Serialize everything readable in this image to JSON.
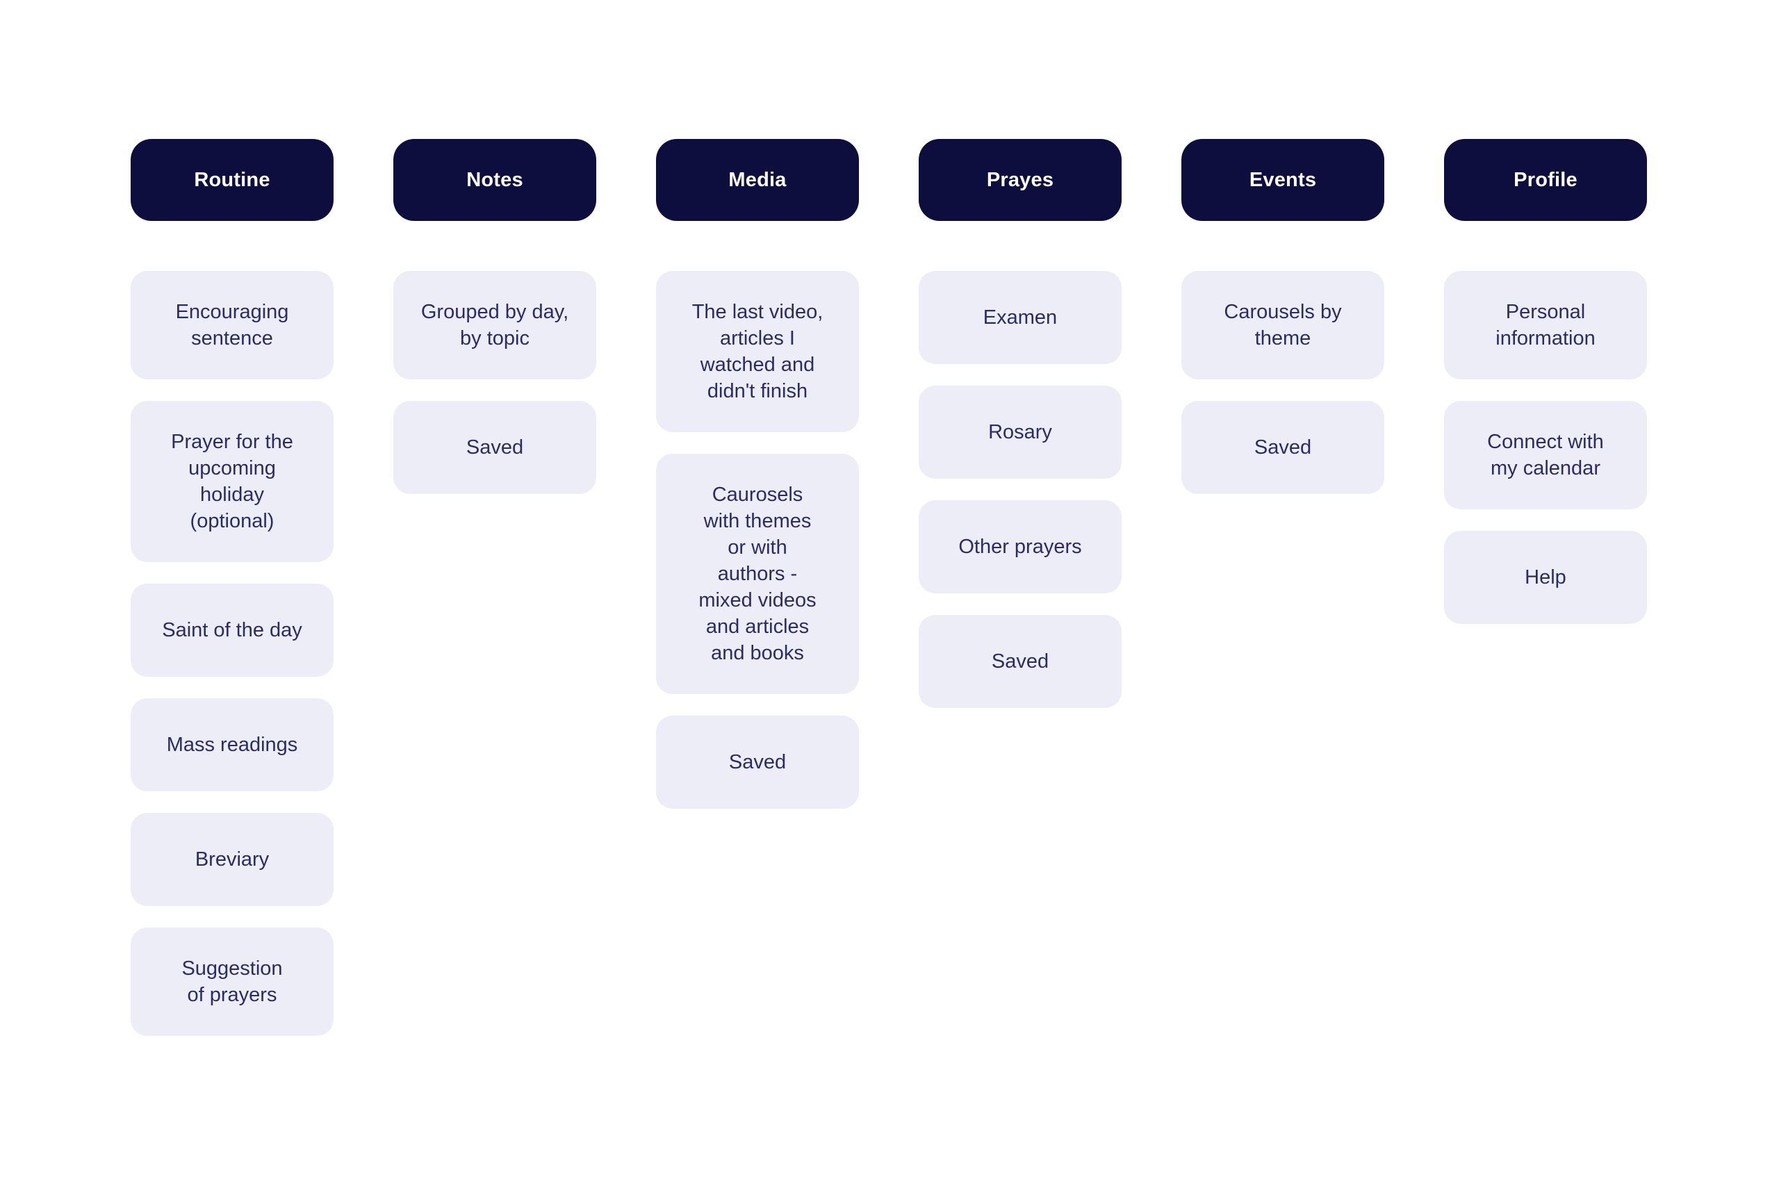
{
  "colors": {
    "header_bg": "#0D0D3E",
    "header_text": "#FFFFFF",
    "card_bg": "#EDEDF8",
    "card_text": "#2B2B66"
  },
  "columns": [
    {
      "title": "Routine",
      "items": [
        "Encouraging\nsentence",
        "Prayer for the\nupcoming\nholiday\n(optional)",
        "Saint of the day",
        "Mass readings",
        "Breviary",
        "Suggestion\nof prayers"
      ]
    },
    {
      "title": "Notes",
      "items": [
        "Grouped by day,\nby topic",
        "Saved"
      ]
    },
    {
      "title": "Media",
      "items": [
        "The last video,\narticles I\nwatched and\ndidn't finish",
        "Caurosels\nwith themes\nor with\nauthors -\nmixed videos\nand articles\nand books",
        "Saved"
      ]
    },
    {
      "title": "Prayes",
      "items": [
        "Examen",
        "Rosary",
        "Other prayers",
        "Saved"
      ]
    },
    {
      "title": "Events",
      "items": [
        "Carousels by\ntheme",
        "Saved"
      ]
    },
    {
      "title": "Profile",
      "items": [
        "Personal\ninformation",
        "Connect with\nmy calendar",
        "Help"
      ]
    }
  ]
}
